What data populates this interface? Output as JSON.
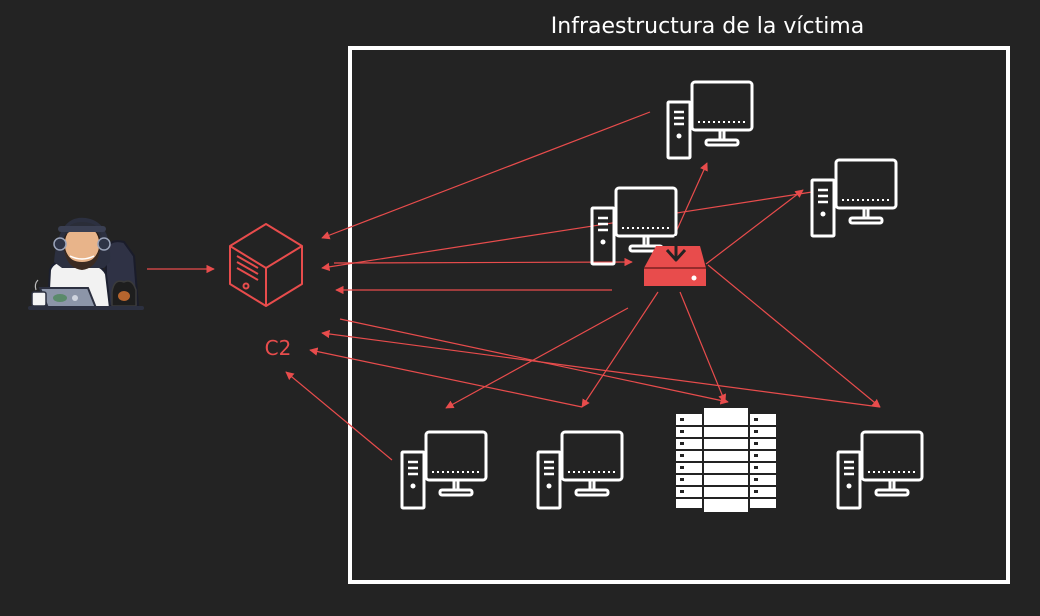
{
  "diagram": {
    "title": "Infraestructura de la víctima",
    "c2_label": "C2",
    "colors": {
      "background": "#232323",
      "accent": "#e84c4c",
      "frame": "#ffffff",
      "icon": "#ffffff"
    },
    "nodes": [
      {
        "id": "attacker",
        "icon": "hacker-avatar-icon"
      },
      {
        "id": "c2",
        "icon": "server-icon",
        "label": "C2"
      },
      {
        "id": "pc-top",
        "icon": "desktop-computer-icon"
      },
      {
        "id": "pc-compromised",
        "icon": "desktop-computer-icon"
      },
      {
        "id": "pc-right",
        "icon": "desktop-computer-icon"
      },
      {
        "id": "storage",
        "icon": "hard-drive-download-icon"
      },
      {
        "id": "pc-bottom-1",
        "icon": "desktop-computer-icon"
      },
      {
        "id": "pc-bottom-2",
        "icon": "desktop-computer-icon"
      },
      {
        "id": "server-rack",
        "icon": "server-rack-icon"
      },
      {
        "id": "pc-bottom-4",
        "icon": "desktop-computer-icon"
      }
    ]
  }
}
